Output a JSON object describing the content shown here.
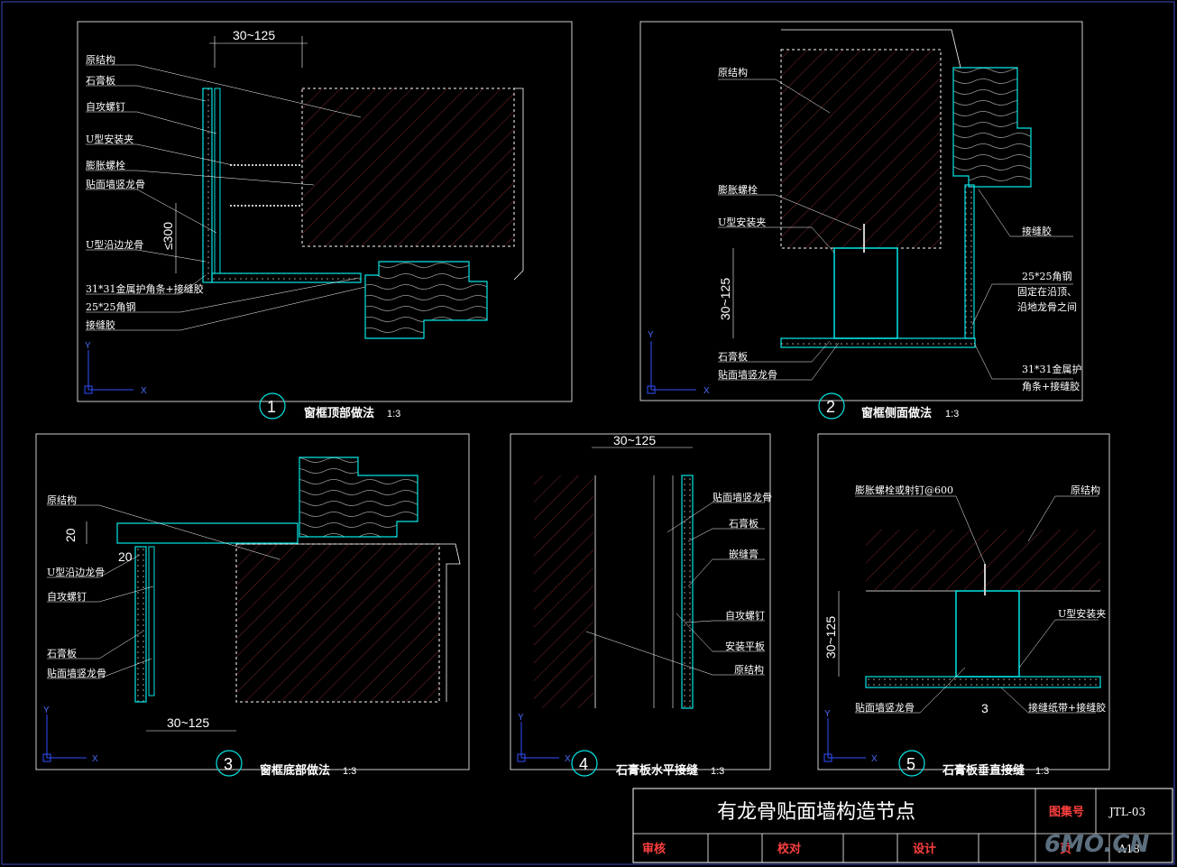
{
  "title_block": {
    "title": "有龙骨贴面墙构造节点",
    "drawing_no_label": "图集号",
    "drawing_no_value": "JTL-03",
    "review_label": "审核",
    "check_label": "校对",
    "design_label": "设计",
    "page_label": "页",
    "page_value": "A18"
  },
  "watermark": "6MO.CN",
  "details": {
    "d1": {
      "number": "1",
      "caption": "窗框顶部做法",
      "scale": "1:3",
      "dim_top": "30~125",
      "dim_side": "≤300",
      "labels": [
        "原结构",
        "石膏板",
        "自攻螺钉",
        "U型安装夹",
        "膨胀螺栓",
        "贴面墙竖龙骨",
        "U型沿边龙骨",
        "31*31金属护角条+接缝胶",
        "25*25角钢",
        "接缝胶"
      ]
    },
    "d2": {
      "number": "2",
      "caption": "窗框侧面做法",
      "scale": "1:3",
      "dim_side": "30~125",
      "labels_left": [
        "原结构",
        "膨胀螺栓",
        "U型安装夹",
        "石膏板",
        "贴面墙竖龙骨"
      ],
      "labels_right": [
        "接缝胶",
        "25*25角钢",
        "固定在沿顶、",
        "沿地龙骨之间",
        "31*31金属护",
        "角条+接缝胶"
      ]
    },
    "d3": {
      "number": "3",
      "caption": "窗框底部做法",
      "scale": "1:3",
      "dim_a": "20",
      "dim_b": "20",
      "dim_bottom": "30~125",
      "labels": [
        "原结构",
        "U型沿边龙骨",
        "自攻螺钉",
        "石膏板",
        "贴面墙竖龙骨"
      ]
    },
    "d4": {
      "number": "4",
      "caption": "石膏板水平接缝",
      "scale": "1:3",
      "dim_top": "30~125",
      "labels": [
        "贴面墙竖龙骨",
        "石膏板",
        "嵌缝膏",
        "自攻螺钉",
        "安装平板",
        "原结构"
      ]
    },
    "d5": {
      "number": "5",
      "caption": "石膏板垂直接缝",
      "scale": "1:3",
      "dim_side": "30~125",
      "dim_small": "3",
      "labels": [
        "膨胀螺栓或射钉@600",
        "原结构",
        "U型安装夹",
        "贴面墙竖龙骨",
        "接缝纸带+接缝胶"
      ]
    }
  },
  "axis": {
    "x": "X",
    "y": "Y"
  },
  "colors": {
    "background": "#000000",
    "cyan": "#00e5e5",
    "white": "#ffffff",
    "red": "#ff4040",
    "blue": "#3050ff",
    "hatch": "#8a2a2a"
  }
}
